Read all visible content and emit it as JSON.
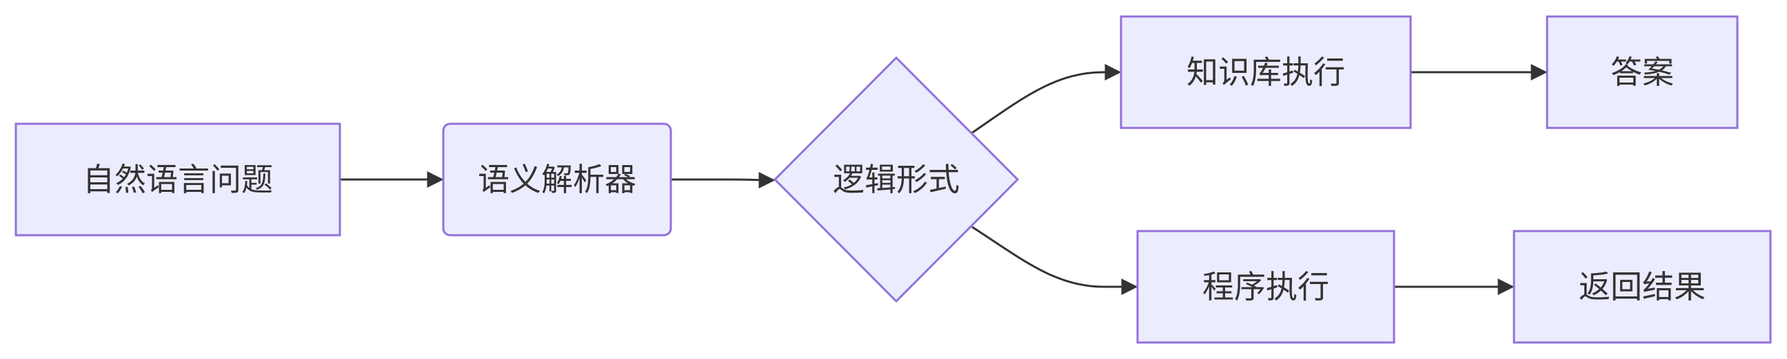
{
  "nodes": {
    "question": {
      "label": "自然语言问题",
      "shape": "rect"
    },
    "parser": {
      "label": "语义解析器",
      "shape": "rounded-rect"
    },
    "logical_form": {
      "label": "逻辑形式",
      "shape": "diamond"
    },
    "kb_exec": {
      "label": "知识库执行",
      "shape": "rect"
    },
    "answer": {
      "label": "答案",
      "shape": "rect"
    },
    "prog_exec": {
      "label": "程序执行",
      "shape": "rect"
    },
    "result": {
      "label": "返回结果",
      "shape": "rect"
    }
  },
  "edges": [
    {
      "from": "question",
      "to": "parser"
    },
    {
      "from": "parser",
      "to": "logical_form"
    },
    {
      "from": "logical_form",
      "to": "kb_exec"
    },
    {
      "from": "kb_exec",
      "to": "answer"
    },
    {
      "from": "logical_form",
      "to": "prog_exec"
    },
    {
      "from": "prog_exec",
      "to": "result"
    }
  ],
  "colors": {
    "node_fill": "#ECECFF",
    "node_stroke": "#9370DB",
    "edge": "#333333",
    "text": "#333333"
  }
}
